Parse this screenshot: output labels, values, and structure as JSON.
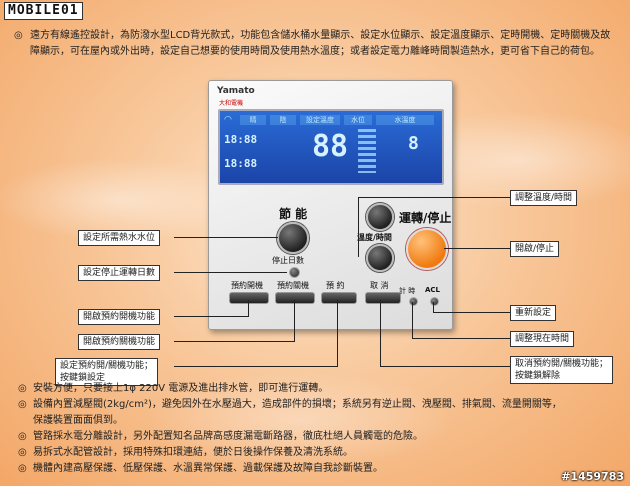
{
  "logo": "MOBILE01",
  "intro": {
    "bullet": "◎",
    "text": "遠方有線遙控設計，為防潑水型LCD背光款式，功能包含儲水桶水量顯示、設定水位顯示、設定溫度顯示、定時開機、定時關機及故障顯示，可在屋內或外出時，設定自己想要的使用時間及使用熱水溫度；或者設定電力離峰時間製造熱水，更可省下自己的荷包。"
  },
  "panel": {
    "brand": "Yamato",
    "brand_sub": "大和電機",
    "lcd": {
      "cells": [
        "晴",
        "陰",
        "設定溫度",
        "水位",
        "水溫度"
      ],
      "digits_big": "88",
      "digits_time_a": "18:88",
      "digits_time_b": "18:88",
      "digit_side": "8"
    },
    "label_jieneng": "節 能",
    "label_yunzhuan": "運轉/停止",
    "label_wendu": "溫度/時間",
    "label_tingzhi": "停止日數",
    "btn_yuyue_kai": "預約開機",
    "btn_yuyue_guan": "預約關機",
    "btn_yuyue": "預 約",
    "btn_quxiao": "取 消",
    "label_jishi": "計 時",
    "label_acl": "ACL"
  },
  "callouts": {
    "set_water": "設定所需熱水水位",
    "set_stop_days": "設定停止運轉日數",
    "open_on": "開啟預約開機功能",
    "open_off": "開啟預約關機功能",
    "set_onoff_line1": "設定預約開/關機功能；",
    "set_onoff_line2": "按鍵鎖設定",
    "adj_temp": "調整溫度/時間",
    "start_stop": "開啟/停止",
    "reset": "重新設定",
    "adj_time": "調整現在時間",
    "cancel_line1": "取消預約開/關機功能；",
    "cancel_line2": "按鍵鎖解除"
  },
  "bullets": [
    "安裝方便，只要接上1φ 220V 電源及進出排水管，即可進行運轉。",
    "設備內置減壓閥(2kg/cm²)，避免因外在水壓過大，造成部件的損壞；系統另有逆止閥、洩壓閥、排氣閥、流量開關等，",
    "保護裝置面面俱到。",
    "管路採水電分離設計，另外配置知名品牌高感度漏電斷路器，徹底杜絕人員觸電的危險。",
    "易拆式水配管設計，採用特殊扣環連結，便於日後操作保養及清洗系統。",
    "機體內建高壓保護、低壓保護、水溫異常保護、過載保護及故障自我診斷裝置。"
  ],
  "bullet_mark": "◎",
  "watermark": "#1459783"
}
